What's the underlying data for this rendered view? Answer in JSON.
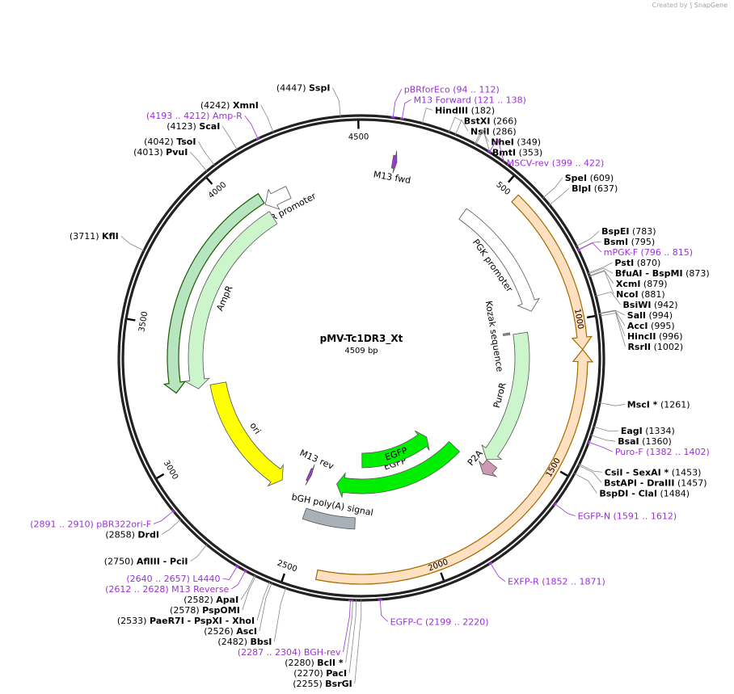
{
  "watermark": {
    "created_by": "Created by",
    "brand": "SnapGene"
  },
  "plasmid": {
    "name": "pMV-Tc1DR3_Xt",
    "length_label": "4509 bp",
    "length": 4509
  },
  "ticks": [
    {
      "bp": 500,
      "label": "500"
    },
    {
      "bp": 1000,
      "label": "1000"
    },
    {
      "bp": 1500,
      "label": "1500"
    },
    {
      "bp": 2000,
      "label": "2000"
    },
    {
      "bp": 2500,
      "label": "2500"
    },
    {
      "bp": 3000,
      "label": "3000"
    },
    {
      "bp": 3500,
      "label": "3500"
    },
    {
      "bp": 4000,
      "label": "4000"
    },
    {
      "bp": 4500,
      "label": "4500"
    }
  ],
  "features": [
    {
      "name": "AmpR promoter",
      "start": 4108,
      "end": 4212,
      "dir": -1,
      "color": "#ffffff",
      "label": "AmpR promoter"
    },
    {
      "name": "AmpR",
      "start": 3247,
      "end": 4107,
      "dir": -1,
      "color": "#ccf5cc",
      "label": "AmpR"
    },
    {
      "name": "ori",
      "start": 2667,
      "end": 3255,
      "dir": -1,
      "color": "#ffff00",
      "label": "ori"
    },
    {
      "name": "M13 fwd",
      "start": 113,
      "end": 129,
      "dir": 1,
      "color": "#993ecc",
      "label": "M13 fwd"
    },
    {
      "name": "PGK promoter",
      "start": 440,
      "end": 935,
      "dir": 1,
      "color": "#ffffff",
      "label": "PGK promoter"
    },
    {
      "name": "Kozak sequence",
      "start": 1007,
      "end": 1016,
      "dir": 0,
      "color": "#999999",
      "label": "Kozak sequence"
    },
    {
      "name": "PuroR",
      "start": 1017,
      "end": 1616,
      "dir": 1,
      "color": "#ccf5cc",
      "label": "PuroR"
    },
    {
      "name": "P2A",
      "start": 1617,
      "end": 1673,
      "dir": 1,
      "color": "#cc99b2",
      "label": "P2A"
    },
    {
      "name": "EGFP",
      "start": 1674,
      "end": 2393,
      "dir": 1,
      "color": "#00ee00",
      "label": "EGFP"
    },
    {
      "name": "M13 rev",
      "start": 2543,
      "end": 2559,
      "dir": -1,
      "color": "#993ecc",
      "label": "M13 rev"
    },
    {
      "name": "bGH poly(A) signal",
      "start": 2282,
      "end": 2506,
      "dir": 0,
      "color": "#a8b1b8",
      "label": "bGH poly(A) signal"
    }
  ],
  "overlay_arcs": [
    {
      "start": 3247,
      "end": 4107,
      "dir": -1,
      "color": "#7ad08a",
      "stroke": "#1d5a00"
    },
    {
      "start": 550,
      "end": 1100,
      "dir": 1,
      "color": "#ffc890",
      "stroke": "#a56900"
    },
    {
      "start": 1100,
      "end": 2400,
      "dir": -1,
      "color": "#ffc890",
      "stroke": "#a56900"
    }
  ],
  "sites": [
    {
      "bp": 4447,
      "label": "(4447)",
      "name": "SspI",
      "color": "#000000"
    },
    {
      "bp": 4242,
      "label": "(4242)",
      "name": "XmnI",
      "color": "#000000"
    },
    {
      "bp": 4193,
      "label": "(4193 .. 4212)",
      "name": "Amp-R",
      "color": "#9b30d9"
    },
    {
      "bp": 4123,
      "label": "(4123)",
      "name": "ScaI",
      "color": "#000000"
    },
    {
      "bp": 4042,
      "label": "(4042)",
      "name": "TsoI",
      "color": "#000000"
    },
    {
      "bp": 4013,
      "label": "(4013)",
      "name": "PvuI",
      "color": "#000000"
    },
    {
      "bp": 3711,
      "label": "(3711)",
      "name": "KflI",
      "color": "#000000"
    },
    {
      "bp": 94,
      "label": "(94 .. 112)",
      "name": "pBRforEco",
      "color": "#9b30d9"
    },
    {
      "bp": 121,
      "label": "(121 .. 138)",
      "name": "M13 Forward",
      "color": "#9b30d9"
    },
    {
      "bp": 182,
      "label": "(182)",
      "name": "HindIII",
      "color": "#000000"
    },
    {
      "bp": 266,
      "label": "(266)",
      "name": "BstXI",
      "color": "#000000"
    },
    {
      "bp": 286,
      "label": "(286)",
      "name": "NsiI",
      "color": "#000000"
    },
    {
      "bp": 349,
      "label": "(349)",
      "name": "NheI",
      "color": "#000000"
    },
    {
      "bp": 353,
      "label": "(353)",
      "name": "BmtI",
      "color": "#000000"
    },
    {
      "bp": 399,
      "label": "(399 .. 422)",
      "name": "MSCV-rev",
      "color": "#9b30d9"
    },
    {
      "bp": 609,
      "label": "(609)",
      "name": "SpeI",
      "color": "#000000"
    },
    {
      "bp": 637,
      "label": "(637)",
      "name": "BlpI",
      "color": "#000000"
    },
    {
      "bp": 783,
      "label": "(783)",
      "name": "BspEI",
      "color": "#000000"
    },
    {
      "bp": 795,
      "label": "(795)",
      "name": "BsmI",
      "color": "#000000"
    },
    {
      "bp": 796,
      "label": "(796 .. 815)",
      "name": "mPGK-F",
      "color": "#9b30d9"
    },
    {
      "bp": 870,
      "label": "(870)",
      "name": "PstI",
      "color": "#000000"
    },
    {
      "bp": 873,
      "label": "(873)",
      "name": "BfuAI - BspMI",
      "color": "#000000"
    },
    {
      "bp": 879,
      "label": "(879)",
      "name": "XcmI",
      "color": "#000000"
    },
    {
      "bp": 881,
      "label": "(881)",
      "name": "NcoI",
      "color": "#000000"
    },
    {
      "bp": 942,
      "label": "(942)",
      "name": "BsiWI",
      "color": "#000000"
    },
    {
      "bp": 994,
      "label": "(994)",
      "name": "SalI",
      "color": "#000000"
    },
    {
      "bp": 995,
      "label": "(995)",
      "name": "AccI",
      "color": "#000000"
    },
    {
      "bp": 996,
      "label": "(996)",
      "name": "HincII",
      "color": "#000000"
    },
    {
      "bp": 1002,
      "label": "(1002)",
      "name": "RsrII",
      "color": "#000000"
    },
    {
      "bp": 1261,
      "label": "(1261)",
      "name": "MscI *",
      "color": "#000000"
    },
    {
      "bp": 1334,
      "label": "(1334)",
      "name": "EagI",
      "color": "#000000"
    },
    {
      "bp": 1360,
      "label": "(1360)",
      "name": "BsaI",
      "color": "#000000"
    },
    {
      "bp": 1382,
      "label": "(1382 .. 1402)",
      "name": "Puro-F",
      "color": "#9b30d9"
    },
    {
      "bp": 1453,
      "label": "(1453)",
      "name": "CsiI - SexAI *",
      "color": "#000000"
    },
    {
      "bp": 1457,
      "label": "(1457)",
      "name": "BstAPI - DraIII",
      "color": "#000000"
    },
    {
      "bp": 1484,
      "label": "(1484)",
      "name": "BspDI - ClaI",
      "color": "#000000"
    },
    {
      "bp": 1591,
      "label": "(1591 .. 1612)",
      "name": "EGFP-N",
      "color": "#9b30d9"
    },
    {
      "bp": 1852,
      "label": "(1852 .. 1871)",
      "name": "EXFP-R",
      "color": "#9b30d9"
    },
    {
      "bp": 2199,
      "label": "(2199 .. 2220)",
      "name": "EGFP-C",
      "color": "#9b30d9"
    },
    {
      "bp": 2255,
      "label": "(2255)",
      "name": "BsrGI",
      "color": "#000000"
    },
    {
      "bp": 2270,
      "label": "(2270)",
      "name": "PacI",
      "color": "#000000"
    },
    {
      "bp": 2280,
      "label": "(2280)",
      "name": "BclI *",
      "color": "#000000"
    },
    {
      "bp": 2287,
      "label": "(2287 .. 2304)",
      "name": "BGH-rev",
      "color": "#9b30d9"
    },
    {
      "bp": 2482,
      "label": "(2482)",
      "name": "BbsI",
      "color": "#000000"
    },
    {
      "bp": 2526,
      "label": "(2526)",
      "name": "AscI",
      "color": "#000000"
    },
    {
      "bp": 2533,
      "label": "(2533)",
      "name": "PaeR7I - PspXI - XhoI",
      "color": "#000000"
    },
    {
      "bp": 2578,
      "label": "(2578)",
      "name": "PspOMI",
      "color": "#000000"
    },
    {
      "bp": 2582,
      "label": "(2582)",
      "name": "ApaI",
      "color": "#000000"
    },
    {
      "bp": 2612,
      "label": "(2612 .. 2628)",
      "name": "M13 Reverse",
      "color": "#9b30d9"
    },
    {
      "bp": 2640,
      "label": "(2640 .. 2657)",
      "name": "L4440",
      "color": "#9b30d9"
    },
    {
      "bp": 2750,
      "label": "(2750)",
      "name": "AflIII - PciI",
      "color": "#000000"
    },
    {
      "bp": 2858,
      "label": "(2858)",
      "name": "DrdI",
      "color": "#000000"
    },
    {
      "bp": 2891,
      "label": "(2891 .. 2910)",
      "name": "pBR322ori-F",
      "color": "#9b30d9"
    }
  ]
}
